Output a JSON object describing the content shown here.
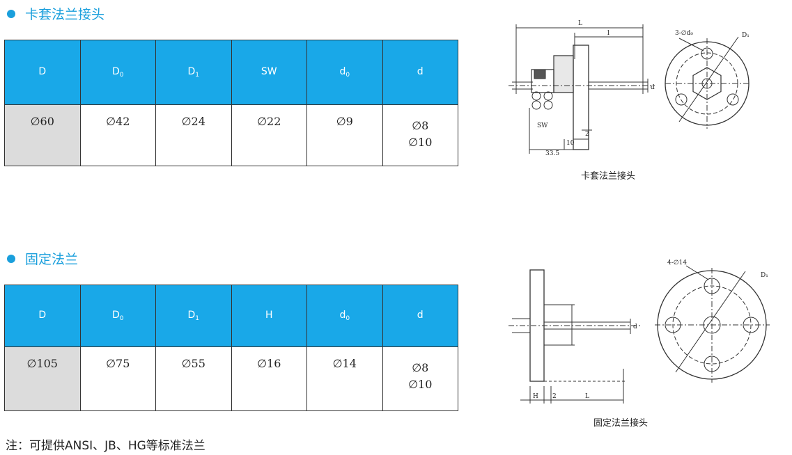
{
  "section1": {
    "title": "卡套法兰接头",
    "headers": [
      {
        "base": "D",
        "sub": ""
      },
      {
        "base": "D",
        "sub": "0"
      },
      {
        "base": "D",
        "sub": "1"
      },
      {
        "base": "SW",
        "sub": ""
      },
      {
        "base": "d",
        "sub": "0"
      },
      {
        "base": "d",
        "sub": ""
      }
    ],
    "row": [
      "∅60",
      "∅42",
      "∅24",
      "∅22",
      "∅9",
      "∅8",
      "∅10"
    ],
    "caption": "卡套法兰接头",
    "drawing_labels": {
      "L": "L",
      "l": "l",
      "holes": "3-∅d₀",
      "D1": "D₁",
      "sw": "SW",
      "d": "d",
      "dim2": "2",
      "dim10": "10",
      "dim335": "33.5"
    }
  },
  "section2": {
    "title": "固定法兰",
    "headers": [
      {
        "base": "D",
        "sub": ""
      },
      {
        "base": "D",
        "sub": "0"
      },
      {
        "base": "D",
        "sub": "1"
      },
      {
        "base": "H",
        "sub": ""
      },
      {
        "base": "d",
        "sub": "0"
      },
      {
        "base": "d",
        "sub": ""
      }
    ],
    "row": [
      "∅105",
      "∅75",
      "∅55",
      "∅16",
      "∅14",
      "∅8",
      "∅10"
    ],
    "caption": "固定法兰接头",
    "drawing_labels": {
      "holes": "4-∅14",
      "D1": "D₁",
      "H": "H",
      "dim2": "2",
      "L": "L",
      "d": "d"
    }
  },
  "note": "注：可提供ANSI、JB、HG等标准法兰"
}
